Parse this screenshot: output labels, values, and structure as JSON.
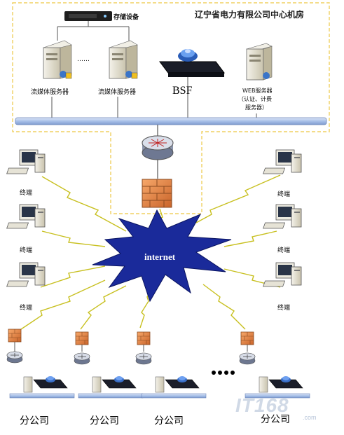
{
  "center": {
    "title": "辽宁省电力有限公司中心机房",
    "storage_label": "存储设备",
    "stream_server_1": "流媒体服务器",
    "stream_server_2": "流媒体服务器",
    "bsf_label": "BSF",
    "web_server_line1": "WEB服务器",
    "web_server_line2": "（认证、计费",
    "web_server_line3": "服务器）",
    "ellipsis": "……"
  },
  "network": {
    "internet_label": "internet"
  },
  "terminals": {
    "left": [
      "终端",
      "终端",
      "终端"
    ],
    "right": [
      "终端",
      "终端",
      "终端"
    ]
  },
  "branches": [
    "分公司",
    "分公司",
    "分公司",
    "分公司"
  ],
  "watermark": {
    "text": "IT168",
    "sub": ".com"
  },
  "colors": {
    "dashed_box": "#f0d060",
    "bus_bar": "#a8c0e8",
    "internet_star": "#1a2a9a",
    "firewall": "#e8843a",
    "lightning": "#c8c020"
  }
}
